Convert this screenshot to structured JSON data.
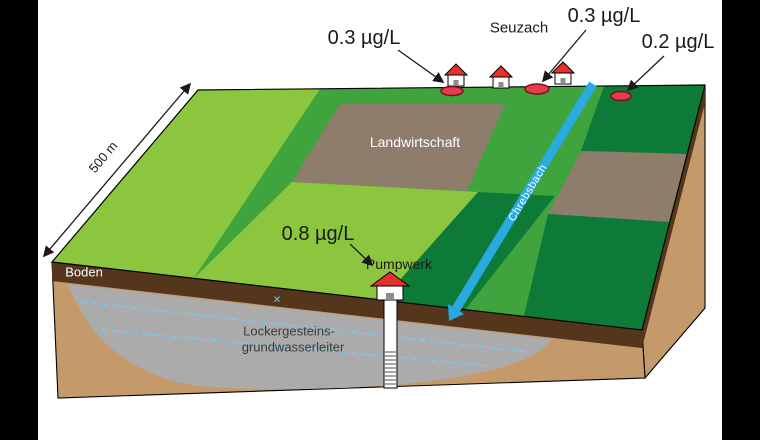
{
  "frame": {
    "color": "#000000"
  },
  "colors": {
    "background": "#ffffff",
    "field_light": "#8cc63e",
    "field_mid": "#3fa33e",
    "field_dark": "#0e7a38",
    "field_brown": "#8e7d6b",
    "earth_tan": "#c49a6b",
    "soil_brown": "#53361c",
    "aquifer_gray": "#ababab",
    "stream_blue": "#29abe2",
    "water_table": "#6fcdf2",
    "roof_red": "#e8312a",
    "house_wall": "#ffffff",
    "house_door": "#8c8c8c",
    "marker_red": "#e43d4f",
    "label_dark": "#1a1a1a",
    "label_light": "#ffffff",
    "aquifer_label": "#3c3c3b"
  },
  "annotations": {
    "conc_left": "0.3 µg/L",
    "conc_mid": "0.3 µg/L",
    "conc_right": "0.2 µg/L",
    "conc_pump": "0.8 µg/L",
    "village": "Seuzach",
    "scale": "500 m",
    "land_use": "Landwirtschaft",
    "soil": "Boden",
    "pump_station": "Pumpwerk",
    "stream": "Chrebsbach",
    "aquifer_line1": "Lockergesteins-",
    "aquifer_line2": "grundwasserleiter"
  },
  "icons": {
    "water_table_marker": "×"
  }
}
